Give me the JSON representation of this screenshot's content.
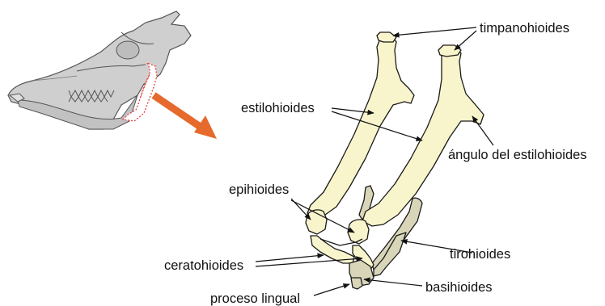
{
  "labels": {
    "timpanohioides": "timpanohioides",
    "estilohioides": "estilohioides",
    "angulo": "ángulo del estilohioides",
    "epihioides": "epihioides",
    "tirohioides": "tirohioides",
    "ceratohioides": "ceratohioides",
    "basihioides": "basihioides",
    "proceso_lingual": "proceso lingual"
  },
  "colors": {
    "bone_main": "#f8f5cc",
    "bone_secondary": "#d9d5b8",
    "bone_stroke": "#1a1a1a",
    "skull_fill": "#cfcfcf",
    "skull_stroke": "#555555",
    "hyoid_highlight": "#e8403a",
    "arrow": "#e66a2c",
    "leader": "#111111"
  }
}
